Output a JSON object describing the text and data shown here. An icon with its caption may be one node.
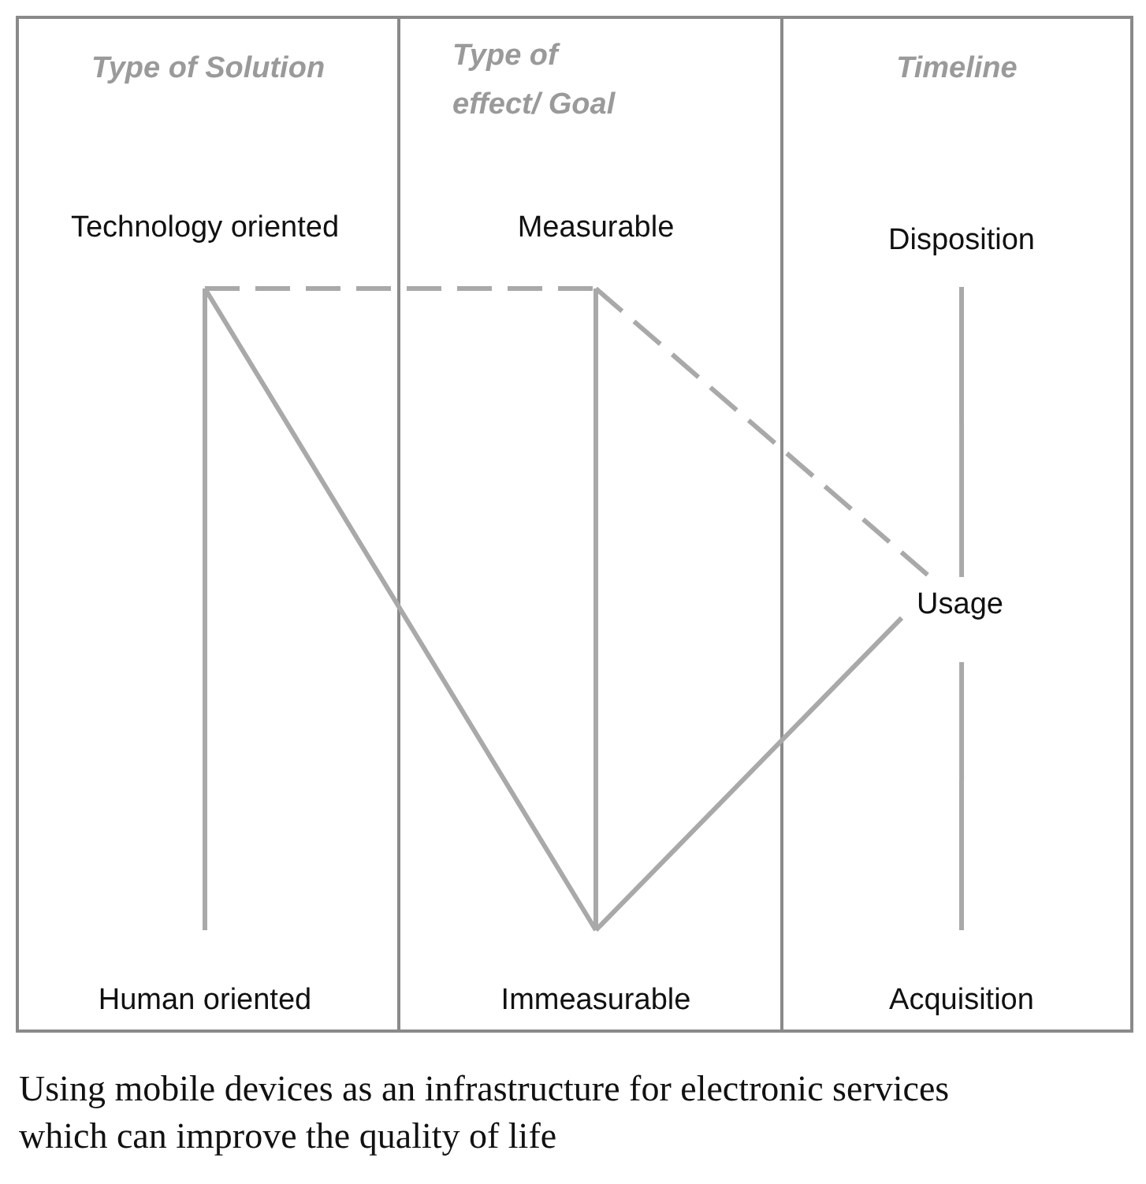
{
  "diagram": {
    "caption": "Using mobile devices as an infrastructure for electronic services which can improve the quality of life",
    "nodes": [
      {
        "text": [
          "Type of Solution"
        ]
      },
      {
        "text": [
          "Type of effect/ Goal"
        ]
      },
      {
        "text": [
          "Timeline"
        ]
      },
      {
        "text": [
          "Technology oriented"
        ],
        "in": 0
      },
      {
        "text": [
          "Measurable"
        ],
        "in": 1
      },
      {
        "text": [
          "Disposition"
        ],
        "in": 2
      },
      {
        "text": [
          "Usage"
        ],
        "in": 2
      },
      {
        "text": [
          "Human oriented"
        ],
        "in": 0
      },
      {
        "text": [
          "Immeasurable"
        ],
        "in": 1
      },
      {
        "text": [
          "Acquisition"
        ],
        "in": 2
      }
    ],
    "edges": [
      {
        "from": 3,
        "to": 7,
        "arrow": "none"
      },
      {
        "from": 3,
        "to": 4,
        "arrow": "none",
        "style": "dashed"
      },
      {
        "from": 3,
        "to": 8,
        "arrow": "none"
      },
      {
        "from": 4,
        "to": 8,
        "arrow": "none"
      },
      {
        "from": 4,
        "to": 6,
        "arrow": "none",
        "style": "dashed"
      },
      {
        "from": 8,
        "to": 6,
        "arrow": "none"
      },
      {
        "from": 5,
        "to": 6,
        "arrow": "none"
      },
      {
        "from": 6,
        "to": 9,
        "arrow": "none"
      }
    ]
  }
}
